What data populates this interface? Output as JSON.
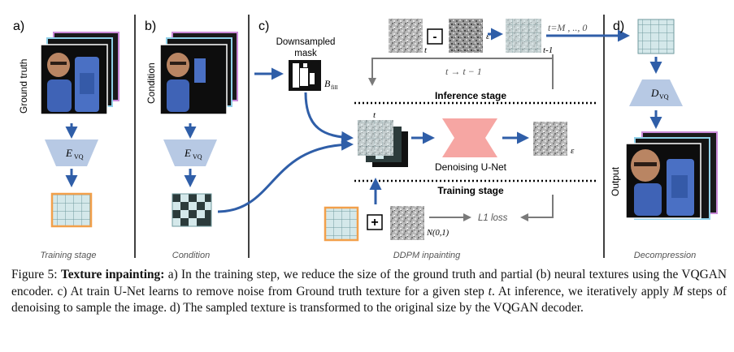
{
  "panels": {
    "a": {
      "letter": "a)",
      "side_label": "Ground truth",
      "encoder": "E",
      "encoder_sub": "VQ",
      "footer": "Training stage"
    },
    "b": {
      "letter": "b)",
      "side_label": "Condition",
      "encoder": "E",
      "encoder_sub": "VQ",
      "footer": "Condition"
    },
    "c": {
      "letter": "c)",
      "mask_title_line1": "Downsampled",
      "mask_title_line2": "mask",
      "mask_symbol": "B",
      "mask_symbol_sub": "fill",
      "minus": "-",
      "t_label": "t",
      "eps_label": "ε",
      "t_minus_1": "t-1",
      "t_range": "t=M , .., 0",
      "t_step": "t → t − 1",
      "inference_stage": "Inference stage",
      "training_stage": "Training stage",
      "stack_t": "t",
      "unet_label": "Denoising U-Net",
      "plus": "+",
      "noise_dist": "N(0,1)",
      "loss": "L1 loss",
      "footer": "DDPM inpainting"
    },
    "d": {
      "letter": "d)",
      "decoder": "D",
      "decoder_sub": "VQ",
      "side_label": "Output",
      "footer": "Decompression"
    }
  },
  "caption": {
    "prefix": "Figure 5: ",
    "title": "Texture inpainting:",
    "line1_rest": " a) In the training step, we reduce the size of the ground truth and partial (b) neural textures",
    "line2": "using the VQGAN encoder.  c) At train U-Net learns to remove noise from Ground truth texture for a given step ",
    "line2_var": "t",
    "line2_end": ".  At",
    "line3_a": "inference, we iteratively apply ",
    "line3_var": "M",
    "line3_b": " steps of denoising to sample the image.  d) The sampled texture is transformed to the",
    "line4": "original size by the VQGAN decoder."
  },
  "colors": {
    "arrow": "#2f5ea8",
    "trap": "#b7c9e4",
    "grid_teal": "#d4e8ea",
    "grid_orange": "#f2a04b",
    "unet": "#f6a6a3",
    "gray_arrow": "#7a7a7a"
  }
}
